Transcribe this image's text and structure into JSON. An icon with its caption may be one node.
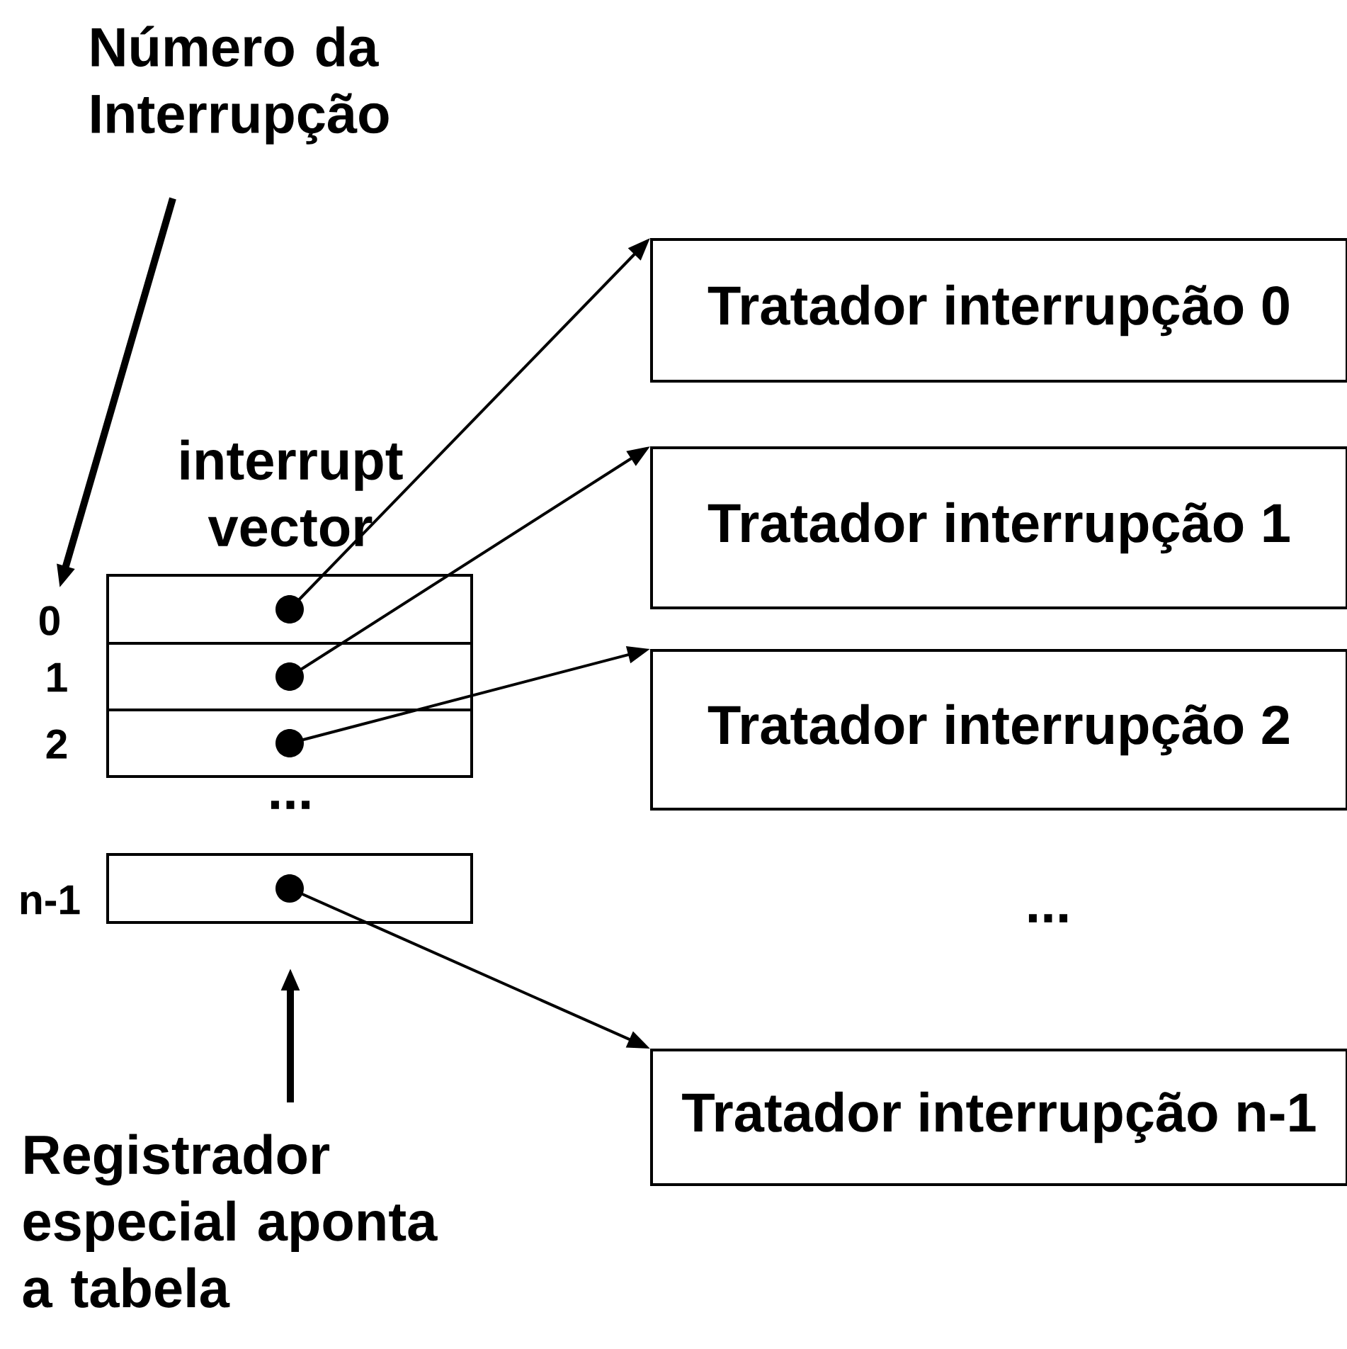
{
  "diagram": {
    "nodes": [
      {
        "text": [
          "Número da Interrupção"
        ]
      },
      {
        "text": [],
        "shape": "box",
        "beside": [
          "0"
        ]
      },
      {
        "text": [],
        "shape": "circle",
        "in": 1
      },
      {
        "text": [],
        "shape": "box",
        "beside": [
          "1"
        ]
      },
      {
        "text": [],
        "shape": "circle",
        "in": 3
      },
      {
        "text": [],
        "shape": "box",
        "beside": [
          "2"
        ]
      },
      {
        "text": [],
        "shape": "circle",
        "in": 5
      },
      {
        "text": [],
        "shape": "box",
        "beside": [
          "n-1"
        ]
      },
      {
        "text": [],
        "shape": "circle",
        "in": 7
      },
      {
        "text": [
          "Tratador interrupção 0"
        ]
      },
      {
        "text": [
          "Tratador interrupção  1"
        ]
      },
      {
        "text": [
          "Tratador interrupção 2"
        ]
      },
      {
        "text": [
          "Tratador interrupção n-1"
        ]
      },
      {
        "text": [
          "Registrador especial aponta a tabela"
        ]
      }
    ],
    "edges": [
      {
        "from": 0,
        "to": null,
        "arrow": "to",
        "style": "thick"
      },
      {
        "from": 2,
        "to": 9,
        "arrow": "to"
      },
      {
        "from": 4,
        "to": 10,
        "arrow": "to"
      },
      {
        "from": 6,
        "to": 11,
        "arrow": "to"
      },
      {
        "from": 8,
        "to": 12,
        "arrow": "to"
      },
      {
        "from": 13,
        "to": null,
        "arrow": "to",
        "style": "thick"
      }
    ],
    "labels": [
      "interrupt vector",
      "...",
      "..."
    ]
  }
}
